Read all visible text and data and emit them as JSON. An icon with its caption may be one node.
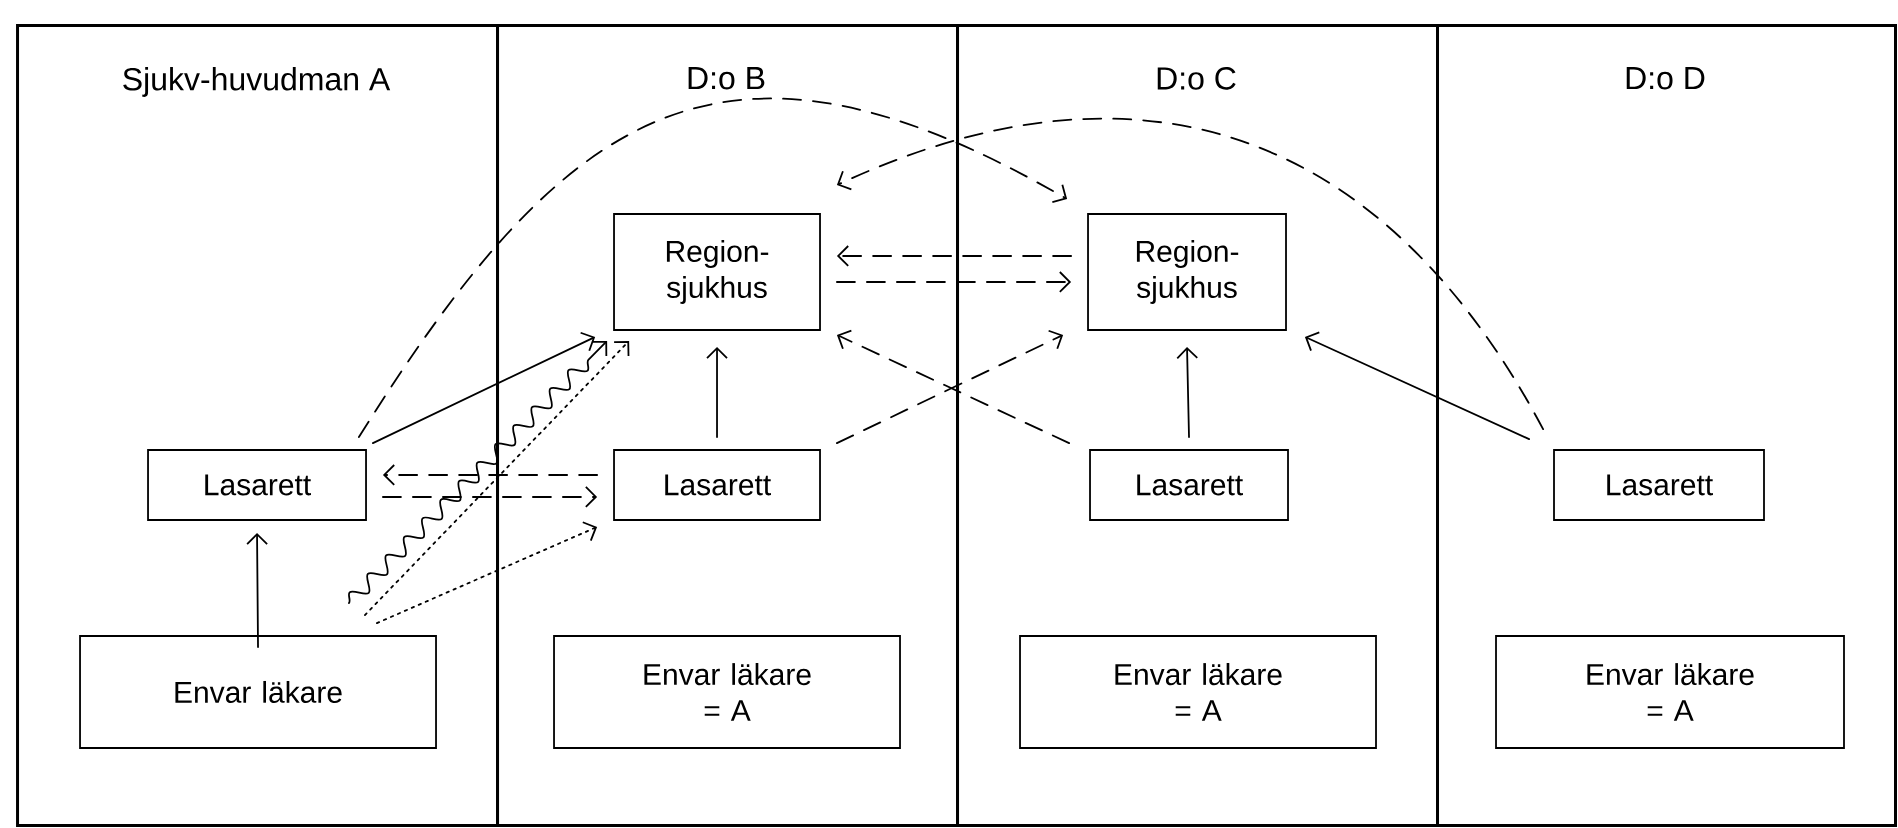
{
  "diagram": {
    "nodes": [
      {
        "text": [
          "Sjukv-huvudman A"
        ]
      },
      {
        "text": [
          "Lasarett"
        ],
        "in": 0
      },
      {
        "text": [
          "Envar läkare"
        ],
        "in": 0
      },
      {
        "text": [
          "D:o B"
        ]
      },
      {
        "text": [
          "Region-sjukhus"
        ],
        "in": 3
      },
      {
        "text": [
          "Lasarett"
        ],
        "in": 3
      },
      {
        "text": [
          "Envar läkare",
          "= A"
        ],
        "in": 3
      },
      {
        "text": [
          "D:o C"
        ]
      },
      {
        "text": [
          "Region-sjukhus"
        ],
        "in": 7
      },
      {
        "text": [
          "Lasarett"
        ],
        "in": 7
      },
      {
        "text": [
          "Envar läkare",
          "= A"
        ],
        "in": 7
      },
      {
        "text": [
          "D:o D"
        ]
      },
      {
        "text": [
          "Lasarett"
        ],
        "in": 11
      },
      {
        "text": [
          "Envar läkare",
          "= A"
        ],
        "in": 11
      }
    ],
    "edges": [
      {
        "from": 2,
        "to": 1,
        "arrow": "to"
      },
      {
        "from": 1,
        "to": 4,
        "arrow": "to"
      },
      {
        "from": 2,
        "to": 4,
        "arrow": "to"
      },
      {
        "from": 2,
        "to": 4,
        "arrow": "to",
        "style": "dashed"
      },
      {
        "from": 2,
        "to": 5,
        "arrow": "to",
        "style": "dashed"
      },
      {
        "from": 5,
        "to": 1,
        "arrow": "to",
        "style": "dashed"
      },
      {
        "from": 1,
        "to": 5,
        "arrow": "to",
        "style": "dashed"
      },
      {
        "from": 1,
        "to": 8,
        "arrow": "to",
        "style": "dashed"
      },
      {
        "from": 5,
        "to": 4,
        "arrow": "to"
      },
      {
        "from": 8,
        "to": 4,
        "arrow": "to",
        "style": "dashed"
      },
      {
        "from": 4,
        "to": 8,
        "arrow": "to",
        "style": "dashed"
      },
      {
        "from": 9,
        "to": 4,
        "arrow": "to",
        "style": "dashed"
      },
      {
        "from": 5,
        "to": 8,
        "arrow": "to",
        "style": "dashed"
      },
      {
        "from": 9,
        "to": 8,
        "arrow": "to"
      },
      {
        "from": 12,
        "to": 4,
        "arrow": "to",
        "style": "dashed"
      },
      {
        "from": 12,
        "to": 8,
        "arrow": "to"
      }
    ]
  }
}
